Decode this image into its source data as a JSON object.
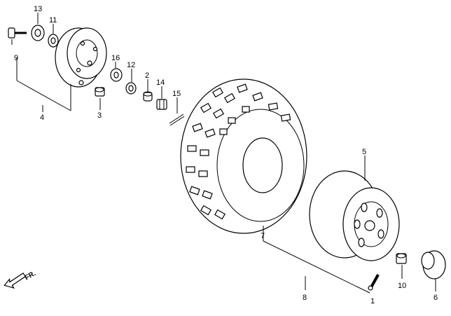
{
  "callouts": {
    "c1": "1",
    "c2": "2",
    "c3": "3",
    "c4": "4",
    "c5": "5",
    "c6": "6",
    "c7": "7",
    "c8": "8",
    "c9": "9",
    "c10": "10",
    "c11": "11",
    "c12": "12",
    "c13": "13",
    "c14": "14",
    "c15": "15",
    "c16": "16"
  },
  "direction_label": "FR."
}
